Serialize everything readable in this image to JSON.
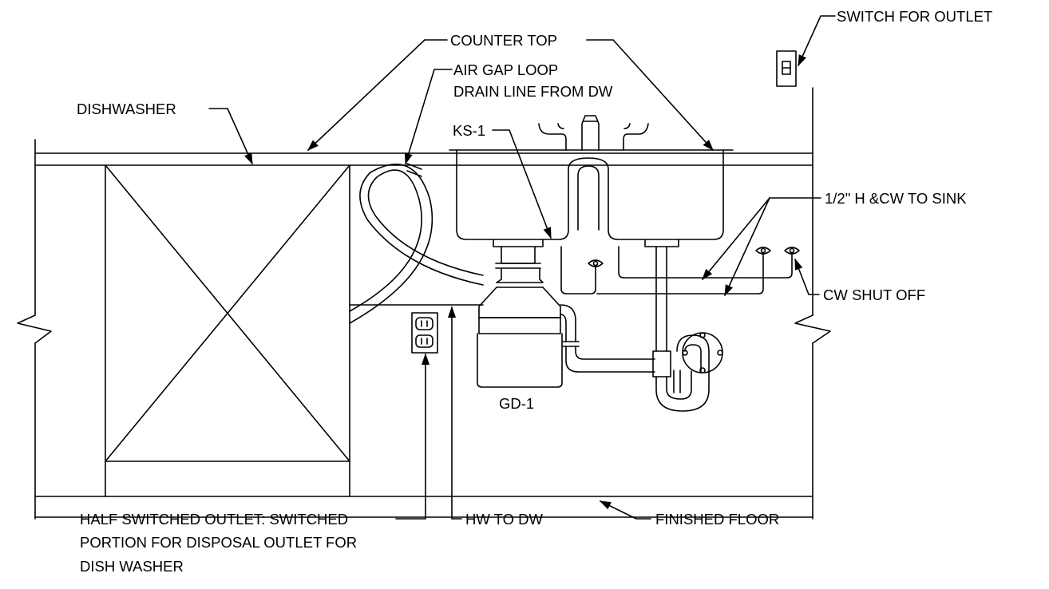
{
  "labels": {
    "switch_for_outlet": "SWITCH FOR OUTLET",
    "counter_top": "COUNTER TOP",
    "air_gap_line1": "AIR GAP LOOP",
    "air_gap_line2": "DRAIN LINE FROM DW",
    "dishwasher": "DISHWASHER",
    "ks1": "KS-1",
    "hcw_to_sink": "1/2\" H &CW TO SINK",
    "cw_shut_off": "CW SHUT OFF",
    "gd1": "GD-1",
    "half_outlet_line1": "HALF SWITCHED OUTLET: SWITCHED",
    "half_outlet_line2": "PORTION FOR DISPOSAL OUTLET FOR",
    "half_outlet_line3": "DISH WASHER",
    "hw_to_dw": "HW TO DW",
    "finished_floor": "FINISHED FLOOR"
  },
  "colors": {
    "line": "#000000",
    "background": "#ffffff"
  }
}
